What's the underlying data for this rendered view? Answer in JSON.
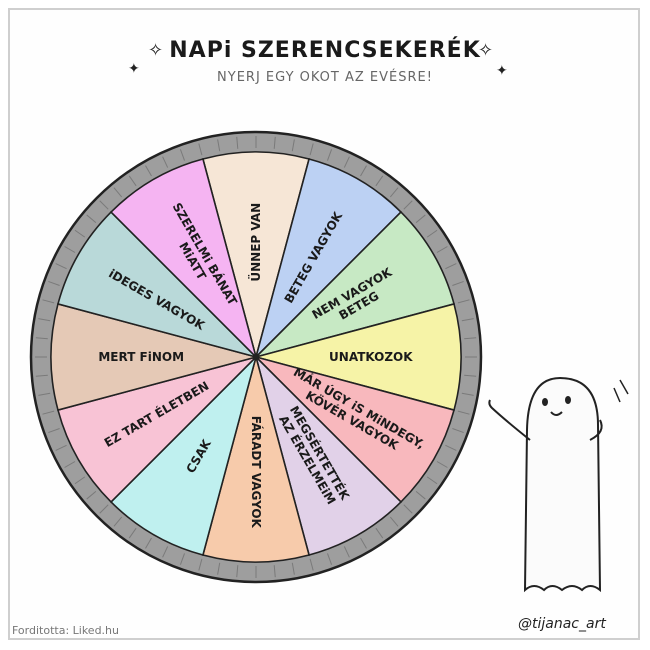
{
  "title": "NAPi SZERENCSEKERÉK",
  "subtitle": "NYERJ EGY OKOT AZ EVÉSRE!",
  "credit": "Forditotta: Liked.hu",
  "signature": "@tijanac_art",
  "colors": {
    "rim": "#9e9e9e",
    "outline": "#222222"
  },
  "wheel": {
    "segments": [
      {
        "lines": [
          "ÜNNEP VAN"
        ],
        "color": "#f6e6d6"
      },
      {
        "lines": [
          "BETEG VAGYOK"
        ],
        "color": "#bcd1f3"
      },
      {
        "lines": [
          "NEM VAGYOK",
          "BETEG"
        ],
        "color": "#c7e9c4"
      },
      {
        "lines": [
          "UNATKOZOK"
        ],
        "color": "#f6f3a7"
      },
      {
        "lines": [
          "MÁR ÚGY iS MiNDEGY,",
          "KÖVÉR VAGYOK"
        ],
        "color": "#f8b8bd"
      },
      {
        "lines": [
          "MEGSÉRTETTÉK",
          "AZ ÉRZELMEiM"
        ],
        "color": "#e1d1e8"
      },
      {
        "lines": [
          "FÁRADT VAGYOK"
        ],
        "color": "#f7cbab"
      },
      {
        "lines": [
          "CSAK"
        ],
        "color": "#bff0ef"
      },
      {
        "lines": [
          "EZ TART ÉLETBEN"
        ],
        "color": "#f8c3d5"
      },
      {
        "lines": [
          "MERT FiNOM"
        ],
        "color": "#e5c9b6"
      },
      {
        "lines": [
          "iDEGES VAGYOK"
        ],
        "color": "#b9d9d9"
      },
      {
        "lines": [
          "SZERELMi BÁNAT",
          "MiATT"
        ],
        "color": "#f5b4f2"
      }
    ]
  }
}
